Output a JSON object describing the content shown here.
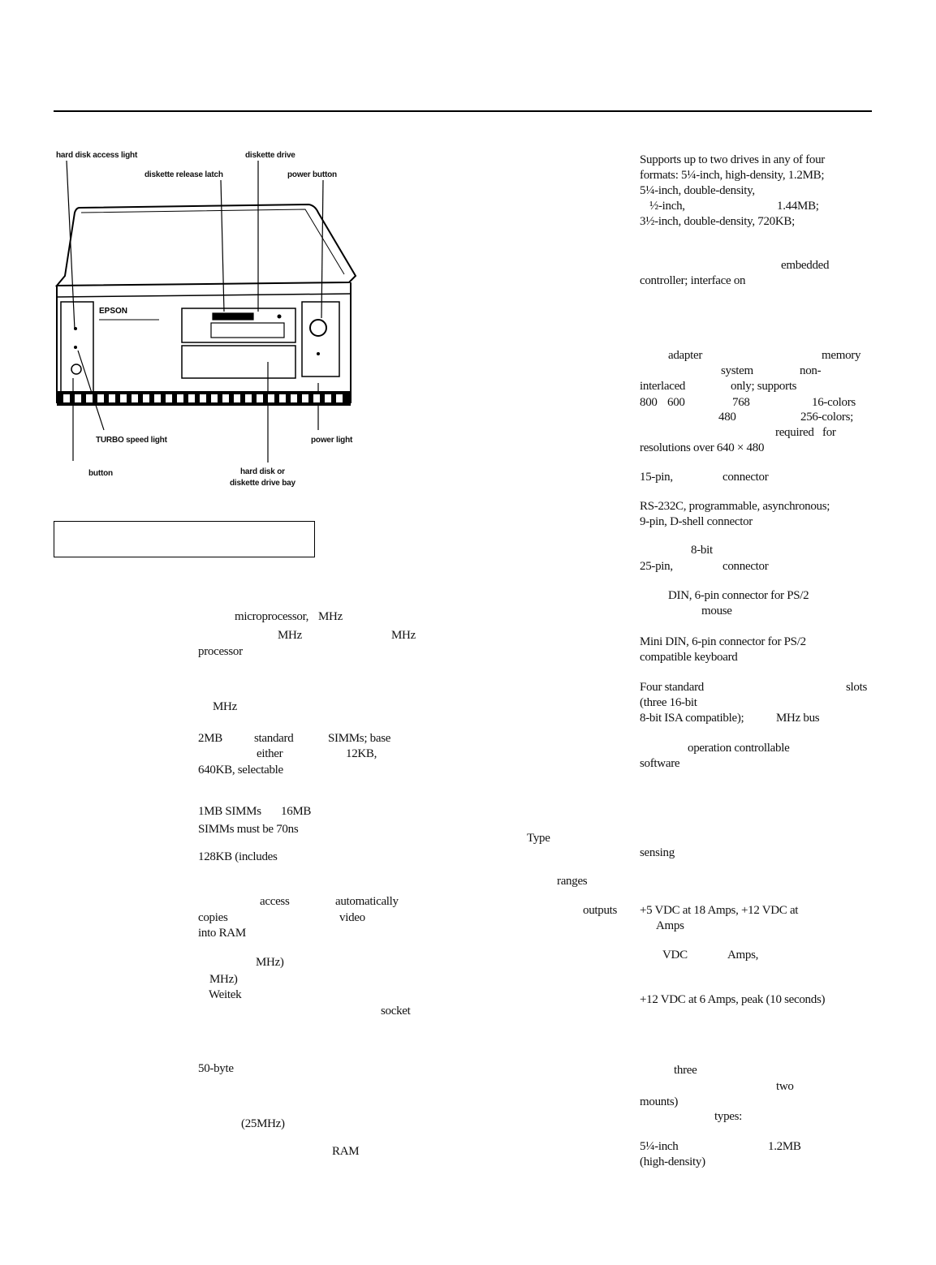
{
  "diagram": {
    "labels": {
      "hard_disk_access_light": "hard disk access light",
      "diskette_drive": "diskette drive",
      "diskette_release_latch": "diskette release latch",
      "power_button": "power button",
      "turbo_speed_light": "TURBO speed light",
      "power_light": "power light",
      "button": "button",
      "bay_line1": "hard disk or",
      "bay_line2": "diskette drive bay"
    },
    "logo_text": "EPSON"
  },
  "left_column": [
    [
      "microprocessor,",
      "MHz"
    ],
    [
      "MHz",
      "MHz"
    ],
    [
      "processor"
    ],
    [
      "MHz"
    ],
    [
      "2MB",
      "standard",
      "SIMMs; base"
    ],
    [
      "either",
      "12KB,"
    ],
    [
      "640KB, selectable"
    ],
    [
      "1MB SIMMs",
      "16MB"
    ],
    [
      "SIMMs must be 70ns"
    ],
    [
      "128KB (includes"
    ],
    [
      "access",
      "automatically"
    ],
    [
      "copies",
      "video"
    ],
    [
      "into RAM"
    ],
    [
      "MHz)"
    ],
    [
      "MHz)"
    ],
    [
      "Weitek"
    ],
    [
      "socket"
    ],
    [
      "50-byte"
    ],
    [
      "(25MHz)"
    ],
    [
      "RAM"
    ]
  ],
  "mid_column": [
    "Type",
    "ranges",
    "outputs"
  ],
  "right_column": [
    "Supports up to two drives in any of four",
    "formats: 5¼-inch, high-density, 1.2MB;",
    "5¼-inch, double-density,",
    "½-inch,",
    "1.44MB;",
    "3½-inch, double-density, 720KB;",
    "embedded",
    "controller; interface on",
    "adapter",
    "memory",
    "system",
    "non-",
    "interlaced",
    "only; supports",
    "800",
    "600",
    "768",
    "16-colors",
    "480",
    "256-colors;",
    "required",
    "for",
    "resolutions over 640 × 480",
    "15-pin,",
    "connector",
    "RS-232C, programmable, asynchronous;",
    "9-pin, D-shell connector",
    "8-bit",
    "25-pin,",
    "connector",
    "DIN, 6-pin connector for PS/2",
    "mouse",
    "Mini DIN, 6-pin connector for PS/2",
    "compatible keyboard",
    "Four standard",
    "slots",
    "(three 16-bit",
    "8-bit ISA compatible);",
    "MHz bus",
    "operation controllable",
    "software",
    "sensing",
    "+5 VDC at 18 Amps, +12 VDC at",
    "Amps",
    "VDC",
    "Amps,",
    "+12 VDC at 6 Amps, peak (10 seconds)",
    "three",
    "two",
    "mounts)",
    "types:",
    "5¼-inch",
    "1.2MB",
    "(high-density)"
  ]
}
